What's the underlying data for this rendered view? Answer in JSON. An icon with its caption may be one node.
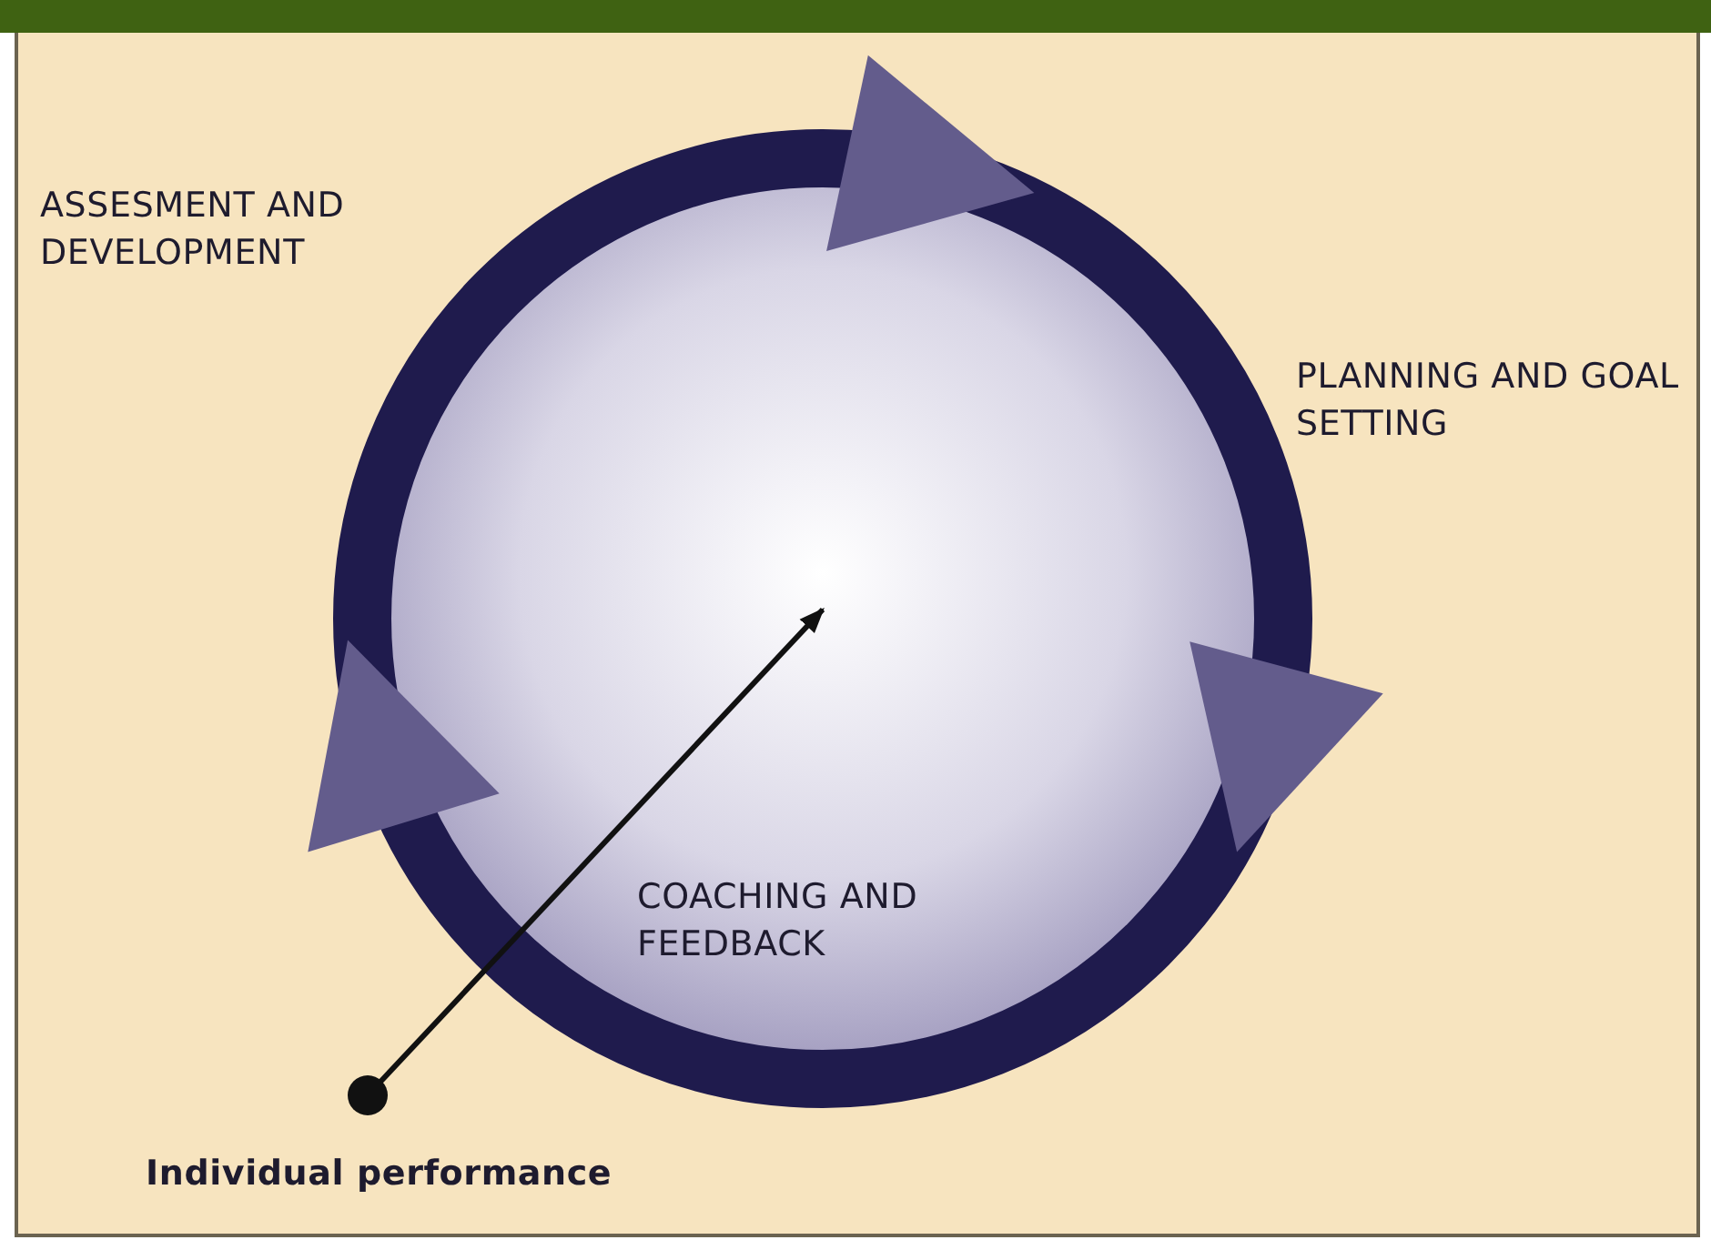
{
  "diagram": {
    "nodes": [
      {
        "text": [],
        "shape": "circle"
      },
      {
        "text": [
          "Individual performance"
        ]
      }
    ],
    "edges": [
      {
        "from": 1,
        "to": 0,
        "arrow": "to"
      }
    ],
    "labels": [
      "ASSESMENT AND DEVELOPMENT",
      "PLANNING AND GOAL SETTING",
      "COACHING AND FEEDBACK"
    ]
  }
}
